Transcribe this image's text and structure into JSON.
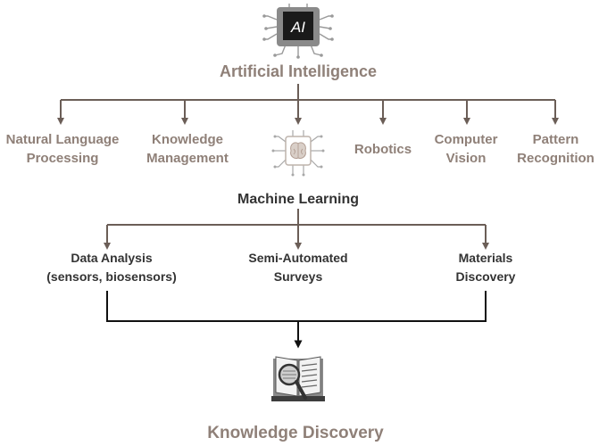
{
  "root": {
    "label": "Artificial Intelligence",
    "chip_text": "AI"
  },
  "branches": [
    {
      "label": "Natural Language\nProcessing"
    },
    {
      "label": "Knowledge\nManagement"
    },
    {
      "label": "Machine Learning"
    },
    {
      "label": "Robotics"
    },
    {
      "label": "Computer\nVision"
    },
    {
      "label": "Pattern\nRecognition"
    }
  ],
  "ml_branches": [
    {
      "label": "Data Analysis\n(sensors, biosensors)"
    },
    {
      "label": "Semi-Automated\nSurveys"
    },
    {
      "label": "Materials\nDiscovery"
    }
  ],
  "result": {
    "label": "Knowledge Discovery"
  },
  "icons": [
    "ai-chip-icon",
    "brain-chip-icon",
    "book-magnifier-icon"
  ],
  "colors": {
    "primary_text": "#8f8078",
    "secondary_text": "#333333",
    "arrow_upper": "#6b5e57",
    "arrow_lower": "#111111"
  }
}
